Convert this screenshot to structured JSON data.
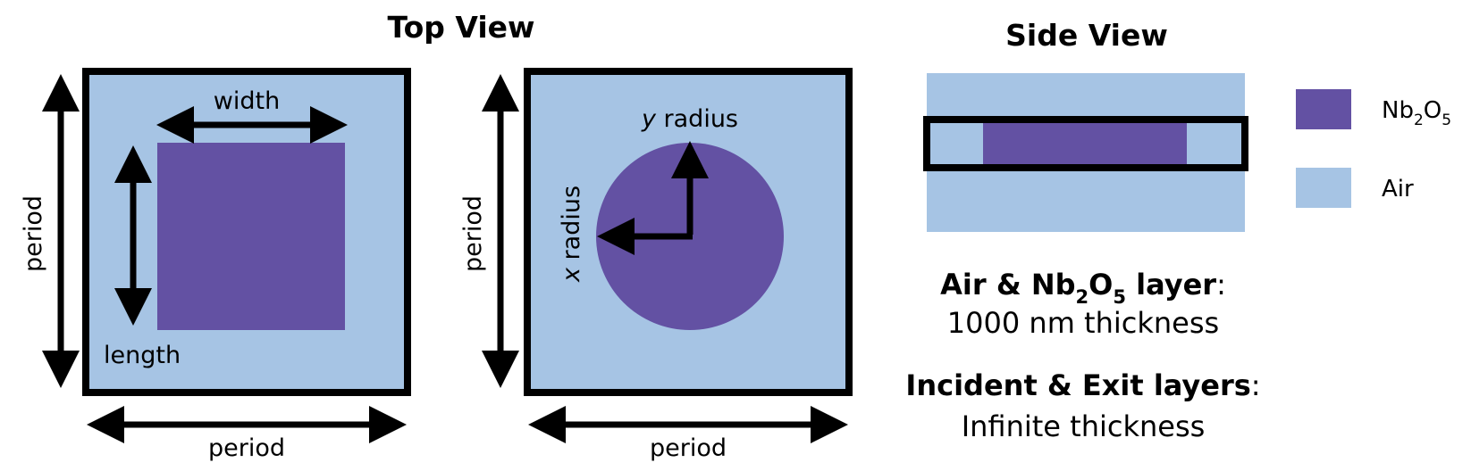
{
  "colors": {
    "air": "#a6c4e4",
    "nb2o5": "#6351a3",
    "outline": "#000000"
  },
  "top_view": {
    "title": "Top View",
    "rect_panel": {
      "width_label": "width",
      "length_label": "length",
      "period_vertical_label": "period",
      "period_horizontal_label": "period"
    },
    "ellipse_panel": {
      "y_radius_var": "y",
      "y_radius_word": " radius",
      "x_radius_var": "x",
      "x_radius_word": " radius",
      "period_vertical_label": "period",
      "period_horizontal_label": "period"
    }
  },
  "side_view": {
    "title": "Side View"
  },
  "legend": {
    "nb2o5": {
      "base": "Nb",
      "sub1": "2",
      "mid": "O",
      "sub2": "5"
    },
    "air": "Air"
  },
  "notes": {
    "layer_line1": {
      "pre": "Air & Nb",
      "sub1": "2",
      "mid": "O",
      "sub2": "5",
      "post": " layer",
      "colon": ":"
    },
    "layer_line2": "1000 nm thickness",
    "incident_line1": {
      "bold": "Incident & Exit layers",
      "colon": ":"
    },
    "incident_line2": "Infinite thickness"
  }
}
